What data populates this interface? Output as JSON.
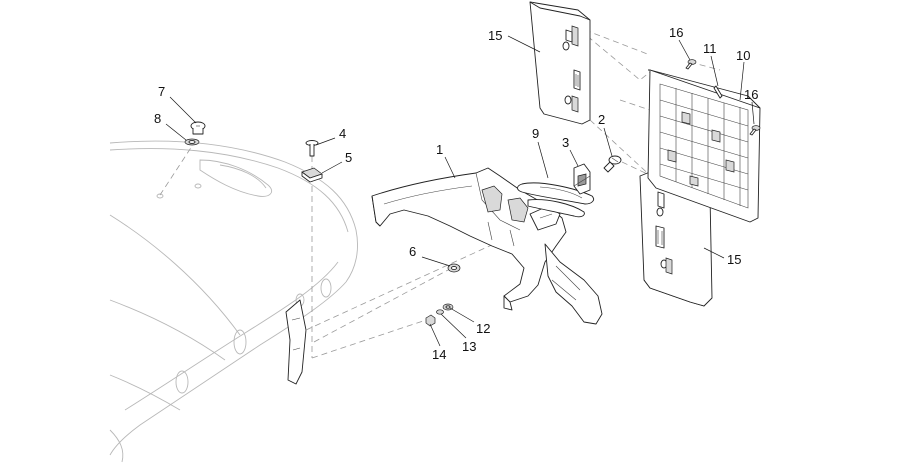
{
  "diagram": {
    "callouts": [
      {
        "id": "c1",
        "text": "1"
      },
      {
        "id": "c2",
        "text": "2"
      },
      {
        "id": "c3",
        "text": "3"
      },
      {
        "id": "c4",
        "text": "4"
      },
      {
        "id": "c5",
        "text": "5"
      },
      {
        "id": "c6",
        "text": "6"
      },
      {
        "id": "c7",
        "text": "7"
      },
      {
        "id": "c8",
        "text": "8"
      },
      {
        "id": "c9",
        "text": "9"
      },
      {
        "id": "c10",
        "text": "10"
      },
      {
        "id": "c11",
        "text": "11"
      },
      {
        "id": "c12",
        "text": "12"
      },
      {
        "id": "c13",
        "text": "13"
      },
      {
        "id": "c14",
        "text": "14"
      },
      {
        "id": "c15a",
        "text": "15"
      },
      {
        "id": "c15b",
        "text": "15"
      },
      {
        "id": "c16a",
        "text": "16"
      },
      {
        "id": "c16b",
        "text": "16"
      }
    ],
    "colors": {
      "ink": "#222222",
      "body_outline": "#b8b8b8",
      "hidden_line": "#9a9a9a"
    }
  }
}
